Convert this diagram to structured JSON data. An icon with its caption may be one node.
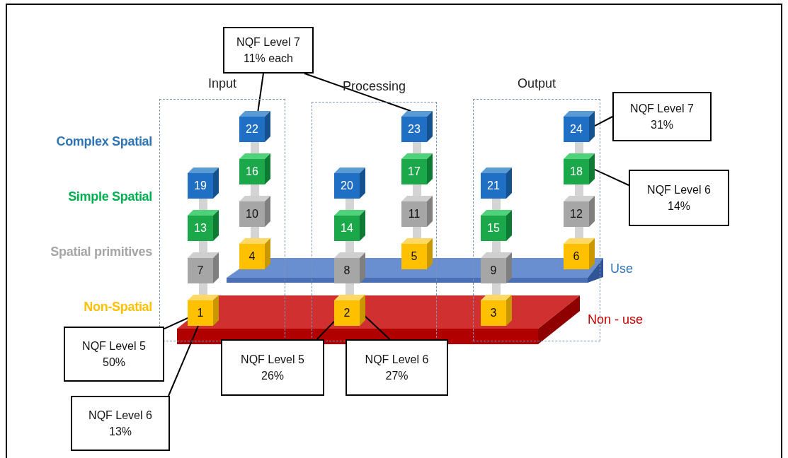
{
  "diagram": {
    "nodes": [
      {
        "text": [
          "NQF Level 7 11% each"
        ]
      },
      {
        "text": [
          "Input"
        ]
      },
      {
        "text": [
          "22"
        ],
        "in": 1
      },
      {
        "text": [
          "19"
        ],
        "in": 1
      },
      {
        "text": [
          "16"
        ],
        "in": 1
      },
      {
        "text": [
          "13"
        ],
        "in": 1
      },
      {
        "text": [
          "10"
        ],
        "in": 1
      },
      {
        "text": [
          "7"
        ],
        "in": 1
      },
      {
        "text": [
          "4"
        ],
        "in": 1
      },
      {
        "text": [
          "1"
        ]
      },
      {
        "text": [
          "Processing"
        ]
      },
      {
        "text": [
          "23"
        ],
        "in": 10
      },
      {
        "text": [
          "20"
        ],
        "in": 10
      },
      {
        "text": [
          "17"
        ],
        "in": 10
      },
      {
        "text": [
          "14"
        ],
        "in": 10
      },
      {
        "text": [
          "11"
        ],
        "in": 10
      },
      {
        "text": [
          "8"
        ],
        "in": 10
      },
      {
        "text": [
          "5"
        ],
        "in": 10
      },
      {
        "text": [
          "2"
        ]
      },
      {
        "text": [
          "Output"
        ]
      },
      {
        "text": [
          "24"
        ],
        "in": 19
      },
      {
        "text": [
          "21"
        ],
        "in": 19
      },
      {
        "text": [
          "18"
        ],
        "in": 19
      },
      {
        "text": [
          "15"
        ],
        "in": 19
      },
      {
        "text": [
          "12"
        ],
        "in": 19
      },
      {
        "text": [
          "9"
        ],
        "in": 19
      },
      {
        "text": [
          "6"
        ],
        "in": 19
      },
      {
        "text": [
          "3"
        ]
      },
      {
        "text": [
          "NQF Level 7 31%"
        ]
      },
      {
        "text": [
          "NQF Level 6 14%"
        ]
      },
      {
        "text": [
          "Use"
        ]
      },
      {
        "text": [
          "Non - use"
        ]
      },
      {
        "text": [
          "NQF Level 5 50%"
        ]
      },
      {
        "text": [
          "NQF Level 5 26%"
        ]
      },
      {
        "text": [
          "NQF Level 6 27%"
        ]
      },
      {
        "text": [
          "NQF Level 6 13%"
        ]
      }
    ],
    "edges": [
      {
        "from": 0,
        "to": 2,
        "arrow": "none",
        "color": "#000000"
      },
      {
        "from": 0,
        "to": 11,
        "arrow": "none",
        "color": "#000000"
      },
      {
        "from": 28,
        "to": 20,
        "arrow": "none",
        "color": "#000000"
      },
      {
        "from": 29,
        "to": 22,
        "arrow": "none",
        "color": "#000000"
      },
      {
        "from": 32,
        "to": 9,
        "arrow": "none",
        "color": "#000000"
      },
      {
        "from": 35,
        "to": 9,
        "arrow": "none",
        "color": "#000000"
      },
      {
        "from": 33,
        "to": 18,
        "arrow": "none",
        "color": "#000000"
      },
      {
        "from": 34,
        "to": 18,
        "arrow": "none",
        "color": "#000000"
      },
      {
        "from": 3,
        "to": 5,
        "arrow": "none"
      },
      {
        "from": 5,
        "to": 7,
        "arrow": "none"
      },
      {
        "from": 7,
        "to": 9,
        "arrow": "none"
      },
      {
        "from": 2,
        "to": 4,
        "arrow": "none"
      },
      {
        "from": 4,
        "to": 6,
        "arrow": "none"
      },
      {
        "from": 6,
        "to": 8,
        "arrow": "none"
      },
      {
        "from": 12,
        "to": 14,
        "arrow": "none"
      },
      {
        "from": 14,
        "to": 16,
        "arrow": "none"
      },
      {
        "from": 16,
        "to": 18,
        "arrow": "none"
      },
      {
        "from": 11,
        "to": 13,
        "arrow": "none"
      },
      {
        "from": 13,
        "to": 15,
        "arrow": "none"
      },
      {
        "from": 15,
        "to": 17,
        "arrow": "none"
      },
      {
        "from": 21,
        "to": 23,
        "arrow": "none"
      },
      {
        "from": 23,
        "to": 25,
        "arrow": "none"
      },
      {
        "from": 25,
        "to": 27,
        "arrow": "none"
      },
      {
        "from": 20,
        "to": 22,
        "arrow": "none"
      },
      {
        "from": 22,
        "to": 24,
        "arrow": "none"
      },
      {
        "from": 24,
        "to": 26,
        "arrow": "none"
      }
    ],
    "labels": [
      "Complex Spatial",
      "Simple Spatial",
      "Spatial primitives",
      "Non-Spatial"
    ]
  }
}
